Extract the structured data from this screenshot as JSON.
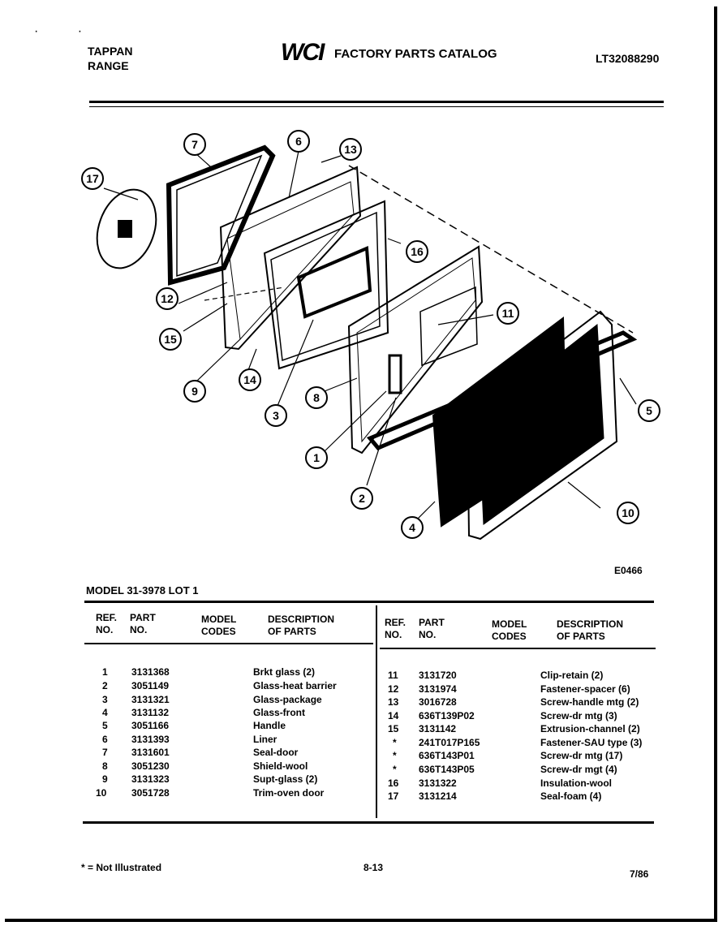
{
  "header": {
    "brand_line1": "TAPPAN",
    "brand_line2": "RANGE",
    "logo": "WCI",
    "catalog_title": "FACTORY PARTS CATALOG",
    "catalog_code": "LT32088290"
  },
  "diagram": {
    "code": "E0466",
    "callouts": [
      "1",
      "2",
      "3",
      "4",
      "5",
      "6",
      "7",
      "8",
      "9",
      "10",
      "11",
      "12",
      "13",
      "14",
      "15",
      "16",
      "17"
    ]
  },
  "model": "MODEL 31-3978 LOT 1",
  "table_headers": {
    "ref": [
      "REF.",
      "NO."
    ],
    "part": [
      "PART",
      "NO."
    ],
    "model_codes": [
      "MODEL",
      "CODES"
    ],
    "description": [
      "DESCRIPTION",
      "OF PARTS"
    ]
  },
  "left_rows": [
    {
      "ref": "1",
      "part": "3131368",
      "desc": "Brkt glass (2)"
    },
    {
      "ref": "2",
      "part": "3051149",
      "desc": "Glass-heat barrier"
    },
    {
      "ref": "3",
      "part": "3131321",
      "desc": "Glass-package"
    },
    {
      "ref": "4",
      "part": "3131132",
      "desc": "Glass-front"
    },
    {
      "ref": "5",
      "part": "3051166",
      "desc": "Handle"
    },
    {
      "ref": "6",
      "part": "3131393",
      "desc": "Liner"
    },
    {
      "ref": "7",
      "part": "3131601",
      "desc": "Seal-door"
    },
    {
      "ref": "8",
      "part": "3051230",
      "desc": "Shield-wool"
    },
    {
      "ref": "9",
      "part": "3131323",
      "desc": "Supt-glass (2)"
    },
    {
      "ref": "10",
      "part": "3051728",
      "desc": "Trim-oven door"
    }
  ],
  "right_rows": [
    {
      "ref": "11",
      "part": "3131720",
      "desc": "Clip-retain (2)"
    },
    {
      "ref": "12",
      "part": "3131974",
      "desc": "Fastener-spacer (6)"
    },
    {
      "ref": "13",
      "part": "3016728",
      "desc": "Screw-handle mtg (2)"
    },
    {
      "ref": "14",
      "part": "636T139P02",
      "desc": "Screw-dr mtg (3)"
    },
    {
      "ref": "15",
      "part": "3131142",
      "desc": "Extrusion-channel (2)"
    },
    {
      "ref": "*",
      "part": "241T017P165",
      "desc": "Fastener-SAU type (3)"
    },
    {
      "ref": "*",
      "part": "636T143P01",
      "desc": "Screw-dr mtg (17)"
    },
    {
      "ref": "*",
      "part": "636T143P05",
      "desc": "Screw-dr mgt (4)"
    },
    {
      "ref": "16",
      "part": "3131322",
      "desc": "Insulation-wool"
    },
    {
      "ref": "17",
      "part": "3131214",
      "desc": "Seal-foam (4)"
    }
  ],
  "footer": {
    "note": "* = Not Illustrated",
    "page": "8-13",
    "date": "7/86"
  }
}
